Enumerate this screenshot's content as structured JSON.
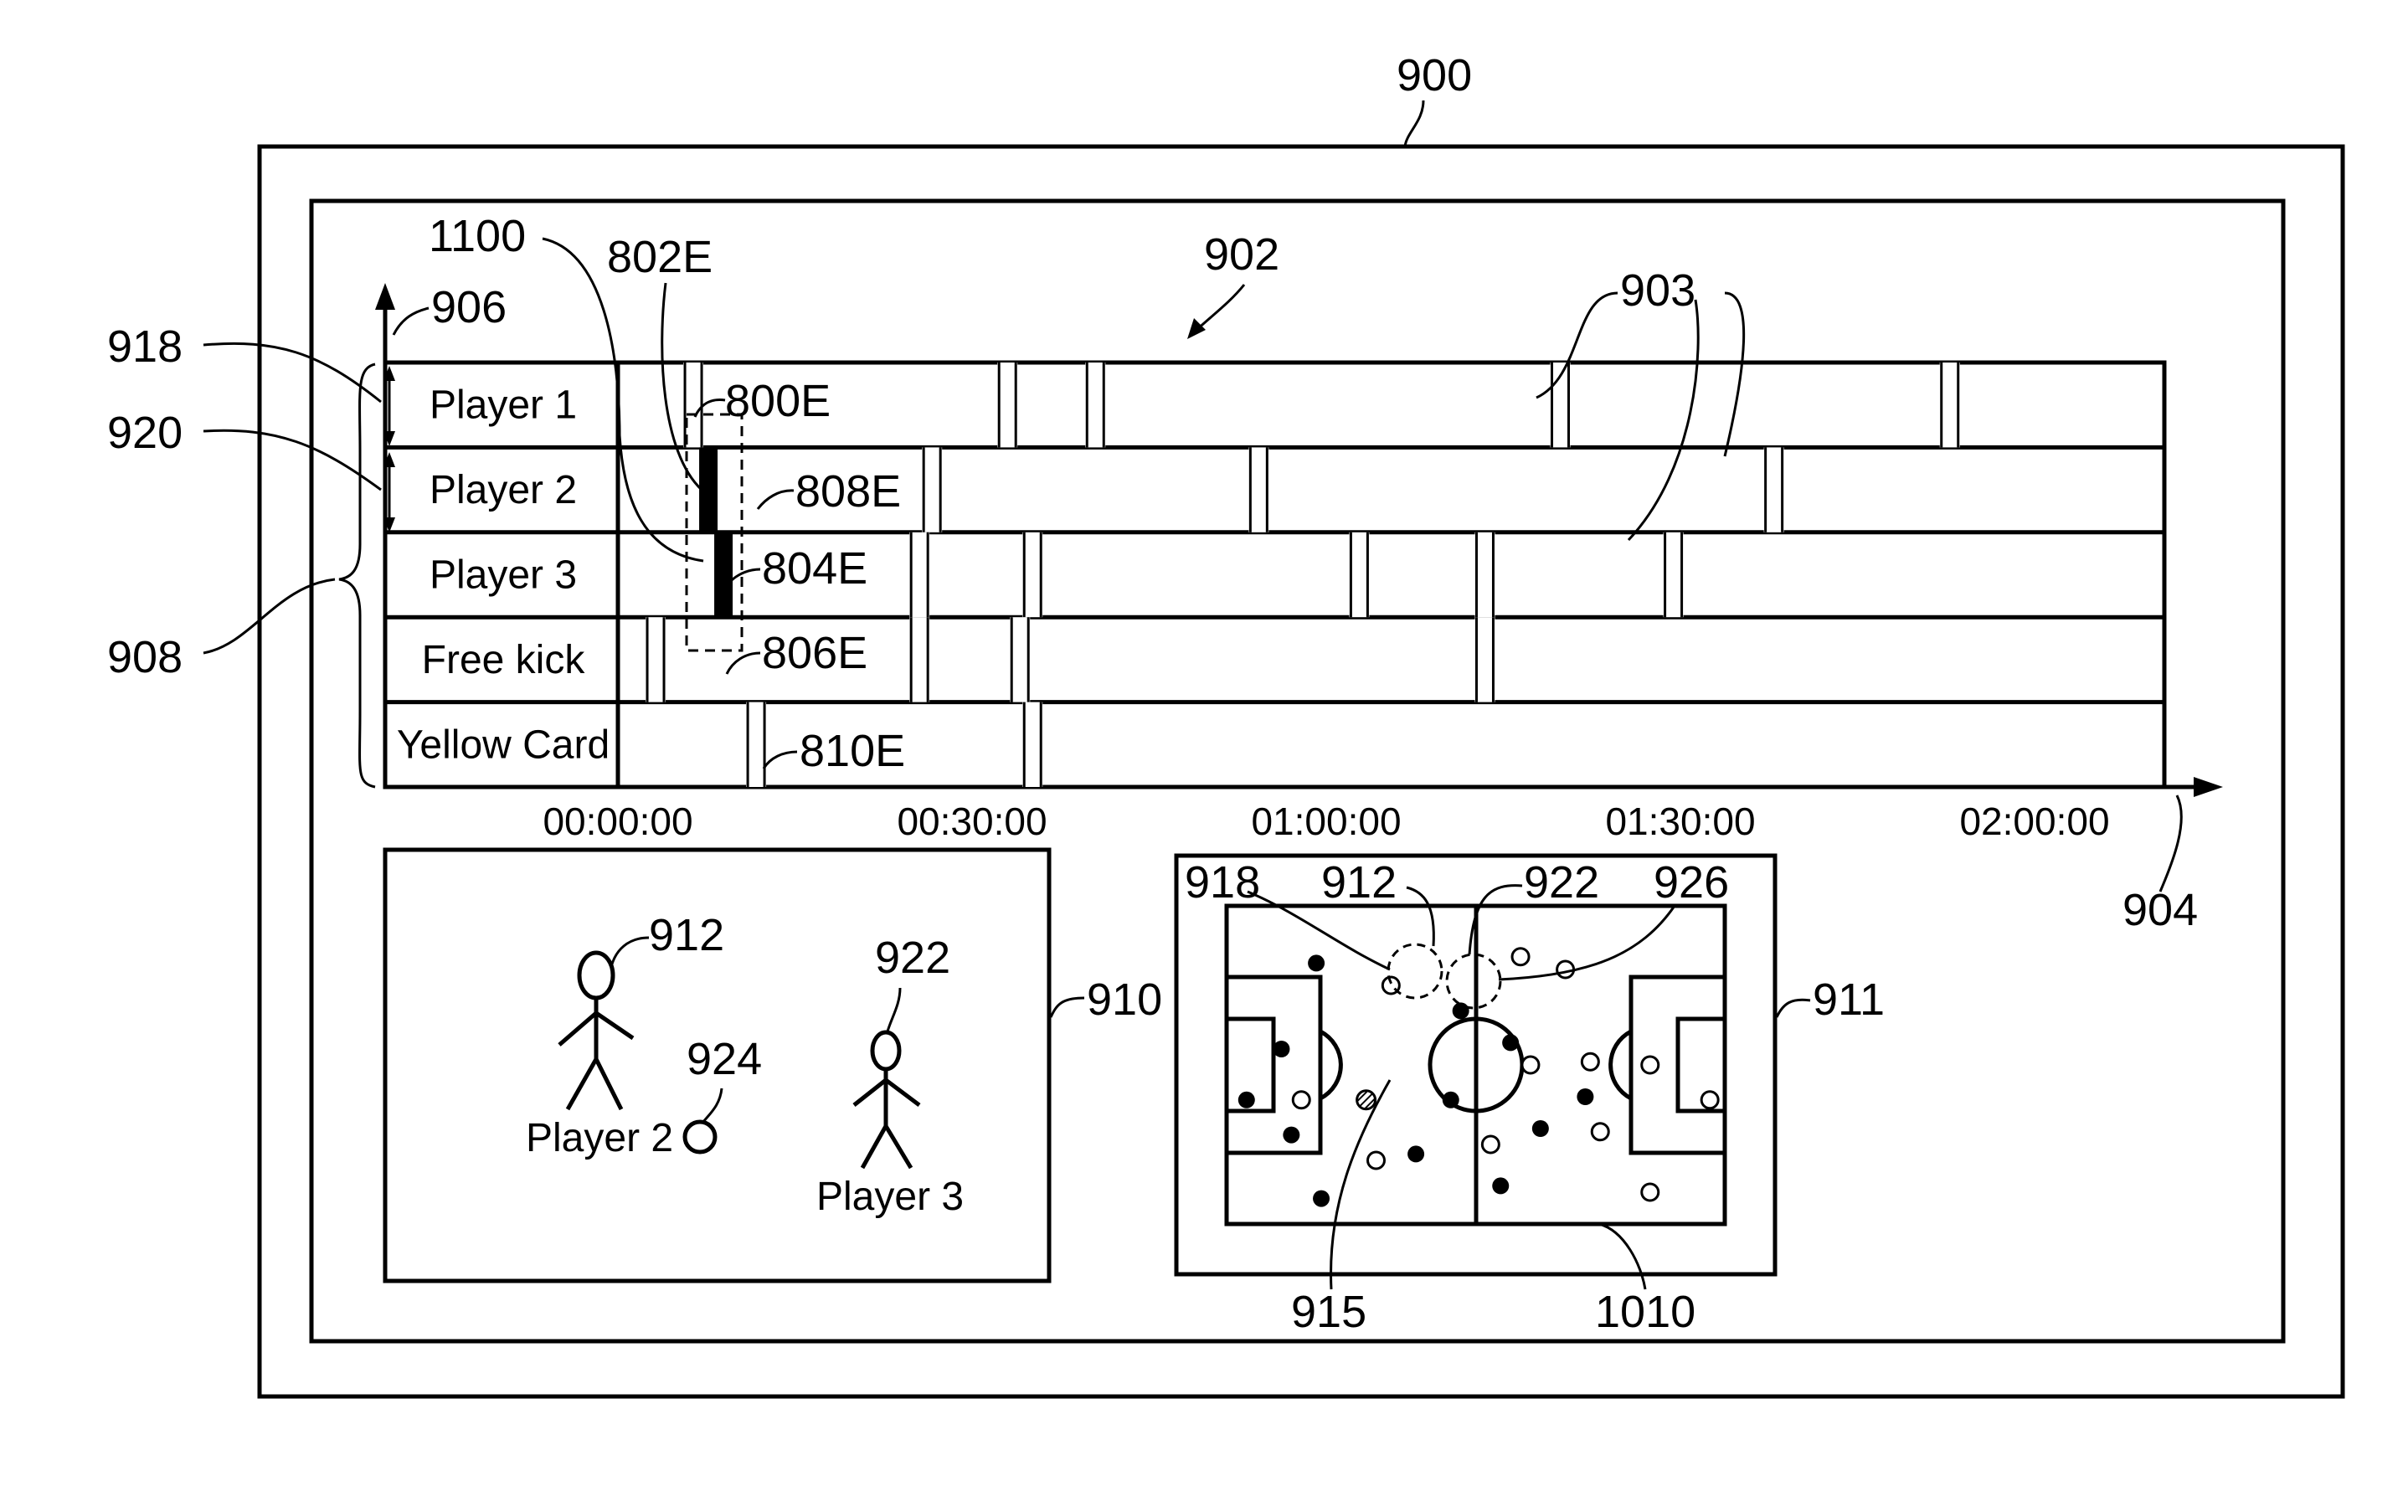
{
  "references": {
    "r900": "900",
    "r902": "902",
    "r903": "903",
    "r904": "904",
    "r906": "906",
    "r908": "908",
    "r918": "918",
    "r920": "920",
    "r1100": "1100",
    "r802E": "802E",
    "r800E": "800E",
    "r808E": "808E",
    "r804E": "804E",
    "r806E": "806E",
    "r810E": "810E",
    "r910": "910",
    "r911": "911",
    "r912": "912",
    "r922": "922",
    "r924": "924",
    "r926": "926",
    "r915": "915",
    "r1010": "1010"
  },
  "timeline": {
    "rows": [
      "Player 1",
      "Player 2",
      "Player 3",
      "Free kick",
      "Yellow Card"
    ],
    "ticks": [
      "00:00:00",
      "00:30:00",
      "01:00:00",
      "01:30:00",
      "02:00:00"
    ],
    "events": [
      [
        6,
        31,
        38,
        75,
        106
      ],
      [
        25,
        51,
        92
      ],
      [
        24,
        33,
        59,
        69,
        84
      ],
      [
        3,
        24,
        32,
        69
      ],
      [
        11,
        33
      ]
    ],
    "highlight_events": [
      {
        "row": 1,
        "at": 7.2
      },
      {
        "row": 2,
        "at": 8.4
      }
    ]
  },
  "camera_view": {
    "player_a": "Player 2",
    "player_b": "Player 3"
  },
  "pitch": {
    "team_filled": [
      [
        0.18,
        0.18
      ],
      [
        0.11,
        0.45
      ],
      [
        0.04,
        0.61
      ],
      [
        0.13,
        0.72
      ],
      [
        0.19,
        0.92
      ],
      [
        0.38,
        0.78
      ],
      [
        0.45,
        0.61
      ],
      [
        0.47,
        0.33
      ],
      [
        0.57,
        0.43
      ],
      [
        0.63,
        0.7
      ],
      [
        0.72,
        0.6
      ],
      [
        0.55,
        0.88
      ]
    ],
    "team_open": [
      [
        0.33,
        0.25
      ],
      [
        0.15,
        0.61
      ],
      [
        0.3,
        0.8
      ],
      [
        0.53,
        0.75
      ],
      [
        0.61,
        0.5
      ],
      [
        0.59,
        0.16
      ],
      [
        0.68,
        0.2
      ],
      [
        0.73,
        0.49
      ],
      [
        0.75,
        0.71
      ],
      [
        0.85,
        0.9
      ],
      [
        0.85,
        0.5
      ],
      [
        0.97,
        0.61
      ]
    ],
    "ball": [
      0.28,
      0.61
    ]
  }
}
